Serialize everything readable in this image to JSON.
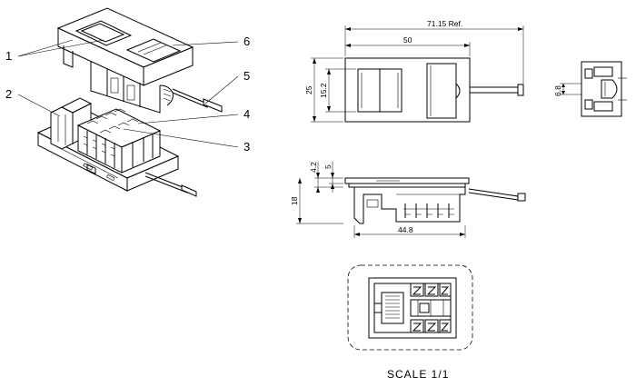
{
  "callouts": [
    "1",
    "2",
    "3",
    "4",
    "5",
    "6"
  ],
  "dimensions": {
    "overall_length": "71.15 Ref.",
    "body_length": "50",
    "height": "25",
    "port_height": "15.2",
    "side_offset": "6.8",
    "top_offset_a": "4.2",
    "top_offset_b": "5",
    "side_height": "18",
    "base_length": "44.8"
  },
  "scale_label": "SCALE 1/1"
}
